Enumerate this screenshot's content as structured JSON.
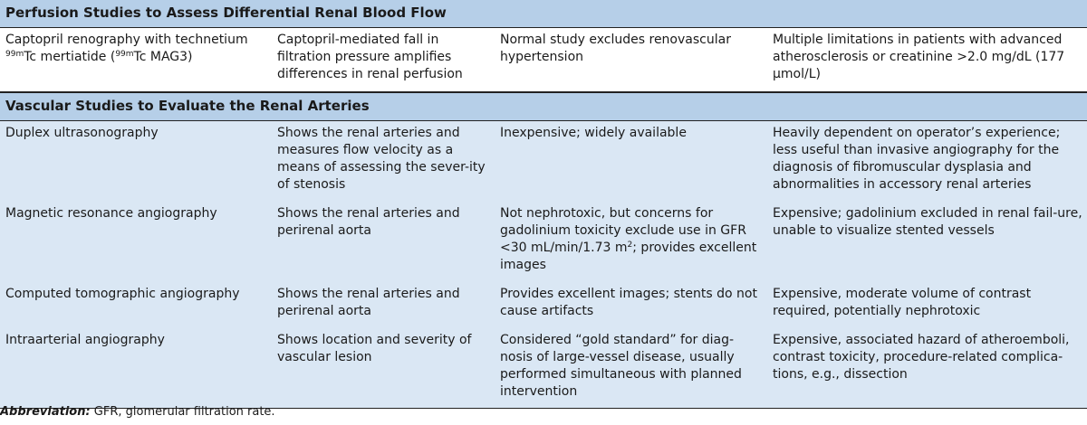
{
  "sections": [
    {
      "title": "Perfusion Studies to Assess Differential Renal Blood Flow",
      "rows": [
        {
          "test_pre": "Captopril renography with technetium ",
          "test_sup1": "99m",
          "test_mid": "Tc mertiatide (",
          "test_sup2": "99m",
          "test_post": "Tc MAG3)",
          "rationale": "Captopril-mediated fall in filtration pressure amplifies differences in renal perfusion",
          "advantages": "Normal study excludes renovascular hypertension",
          "disadvantages": "Multiple limitations in patients with advanced atherosclerosis or creatinine >2.0 mg/dL (177 µmol/L)"
        }
      ]
    },
    {
      "title": "Vascular Studies to Evaluate the Renal Arteries",
      "rows": [
        {
          "test": "Duplex ultrasonography",
          "rationale": "Shows the renal arteries and measures flow velocity as a means of assessing the sever-ity of stenosis",
          "advantages": "Inexpensive; widely available",
          "disadvantages": "Heavily dependent on operator’s experience; less useful than invasive angiography for the diagnosis of fibromuscular dysplasia and abnormalities in accessory renal arteries"
        },
        {
          "test": "Magnetic resonance angiography",
          "rationale": "Shows the renal arteries and perirenal aorta",
          "advantages_pre": "Not nephrotoxic, but concerns for gadolinium toxicity exclude use in GFR <30 mL/min/1.73 m",
          "advantages_sup": "2",
          "advantages_post": "; provides excellent images",
          "disadvantages": "Expensive; gadolinium excluded in renal fail-ure, unable to visualize stented vessels"
        },
        {
          "test": "Computed tomographic angiography",
          "rationale": "Shows the renal arteries and perirenal aorta",
          "advantages": "Provides excellent images; stents do not cause artifacts",
          "disadvantages": "Expensive, moderate volume of contrast required, potentially nephrotoxic"
        },
        {
          "test": "Intraarterial angiography",
          "rationale": "Shows location and severity of vascular lesion",
          "advantages": "Considered “gold standard” for diag-nosis of large-vessel disease, usually performed simultaneous with planned intervention",
          "disadvantages": "Expensive, associated hazard of atheroemboli, contrast toxicity, procedure-related complica-tions, e.g., dissection"
        }
      ]
    }
  ],
  "footnote": {
    "label": "Abbreviation:",
    "text": " GFR, glomerular filtration rate."
  }
}
